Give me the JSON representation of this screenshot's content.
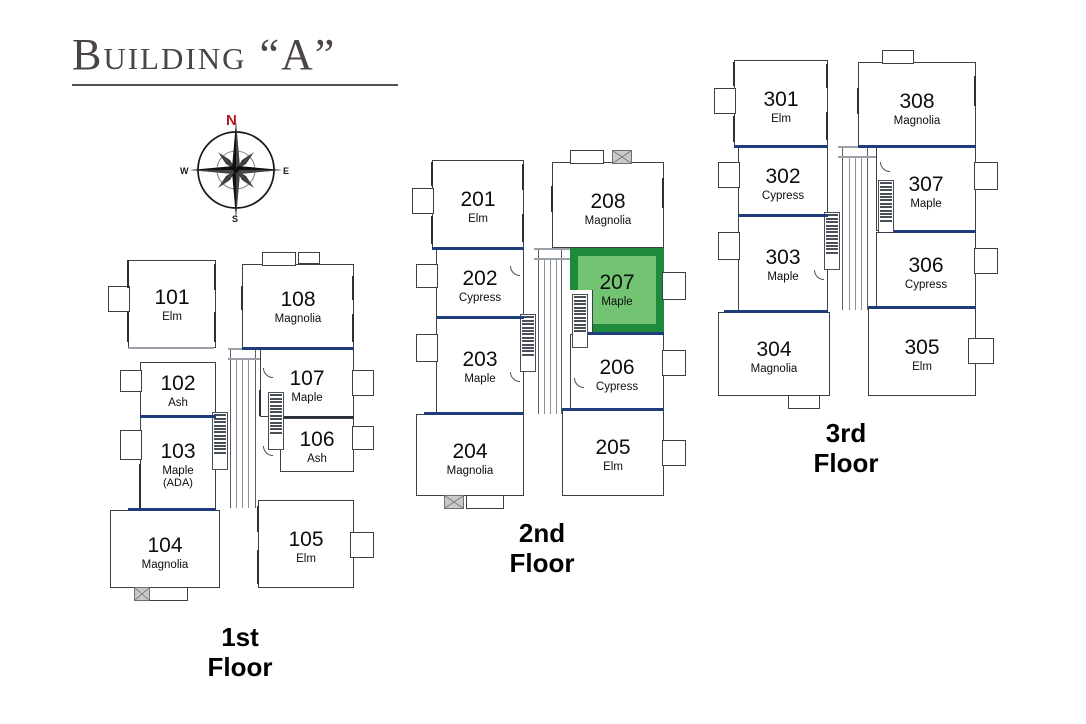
{
  "title": {
    "text": "Building “A”"
  },
  "compass": {
    "north": "N",
    "west": "W",
    "east": "E",
    "south": "S",
    "icon": "compass-rose-icon"
  },
  "colors": {
    "title_text": "#4a4442",
    "party_wall": "#1f3d7a",
    "wall": "#3b3f46",
    "highlight_fill": "#72c472",
    "highlight_border": "#1d8a3c",
    "north_label": "#b01b20"
  },
  "floors": [
    {
      "id": "floor-1",
      "caption": "1st\nFloor",
      "units": [
        {
          "number": "101",
          "name": "Elm",
          "highlighted": false
        },
        {
          "number": "102",
          "name": "Ash",
          "highlighted": false
        },
        {
          "number": "103",
          "name": "Maple\n(ADA)",
          "name_line1": "Maple",
          "name_line2": "(ADA)",
          "highlighted": false
        },
        {
          "number": "104",
          "name": "Magnolia",
          "highlighted": false
        },
        {
          "number": "105",
          "name": "Elm",
          "highlighted": false
        },
        {
          "number": "106",
          "name": "Ash",
          "highlighted": false
        },
        {
          "number": "107",
          "name": "Maple",
          "highlighted": false
        },
        {
          "number": "108",
          "name": "Magnolia",
          "highlighted": false
        }
      ]
    },
    {
      "id": "floor-2",
      "caption": "2nd\nFloor",
      "units": [
        {
          "number": "201",
          "name": "Elm",
          "highlighted": false
        },
        {
          "number": "202",
          "name": "Cypress",
          "highlighted": false
        },
        {
          "number": "203",
          "name": "Maple",
          "highlighted": false
        },
        {
          "number": "204",
          "name": "Magnolia",
          "highlighted": false
        },
        {
          "number": "205",
          "name": "Elm",
          "highlighted": false
        },
        {
          "number": "206",
          "name": "Cypress",
          "highlighted": false
        },
        {
          "number": "207",
          "name": "Maple",
          "highlighted": true
        },
        {
          "number": "208",
          "name": "Magnolia",
          "highlighted": false
        }
      ]
    },
    {
      "id": "floor-3",
      "caption": "3rd\nFloor",
      "units": [
        {
          "number": "301",
          "name": "Elm",
          "highlighted": false
        },
        {
          "number": "302",
          "name": "Cypress",
          "highlighted": false
        },
        {
          "number": "303",
          "name": "Maple",
          "highlighted": false
        },
        {
          "number": "304",
          "name": "Magnolia",
          "highlighted": false
        },
        {
          "number": "305",
          "name": "Elm",
          "highlighted": false
        },
        {
          "number": "306",
          "name": "Cypress",
          "highlighted": false
        },
        {
          "number": "307",
          "name": "Maple",
          "highlighted": false
        },
        {
          "number": "308",
          "name": "Magnolia",
          "highlighted": false
        }
      ]
    }
  ]
}
